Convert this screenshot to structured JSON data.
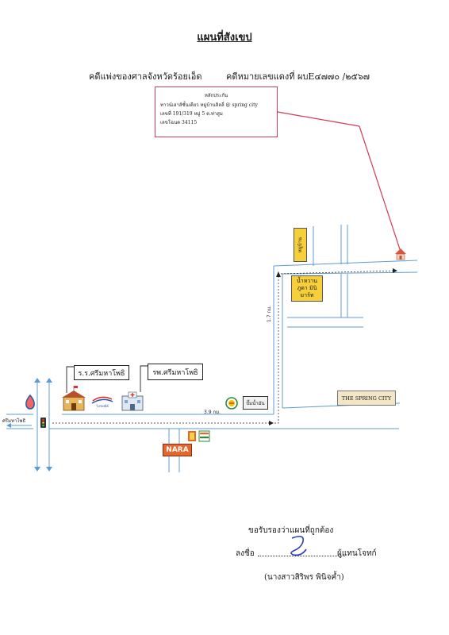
{
  "header": {
    "title": "แผนที่สังเขป",
    "court": "คดีแพ่งของศาลจังหวัดร้อยเอ็ด",
    "case_number": "คดีหมายเลขแดงที่  ผบE๔๗๗๐ /๒๕๖๗"
  },
  "property_callout": {
    "heading": "หลักประกัน",
    "line1": "ทาวน์เฮาส์ชั้นเดียว  หมู่บ้านลิลลี่ @ spring city",
    "line2": "เลขที่ 191/319  หมู่  5  ต.ท่าสูม",
    "line3": "เลขโฉนด  34115"
  },
  "map": {
    "landmarks": {
      "village_sign": "หมู่บ้าน",
      "grocery": "น้ำหวาน ภูดา มินิมาร์ท",
      "school": "ร.ร.ศรีมหาโพธิ",
      "hospital": "รพ.ศรีมหาโพธิ",
      "spring_city": "THE SPRING CITY",
      "nara": "NARA",
      "petrol_sign": "ปั๊มน้ำมัน",
      "seven_eleven": "7"
    },
    "distances": {
      "main_road": "3.9 กม.",
      "side_road": "1.7 กม."
    },
    "direction_label": "ศรีมหาโพธิ",
    "colors": {
      "road": "#5b9bd5",
      "callout": "#d23b5a",
      "sign_yellow": "#f6cf3a",
      "nara": "#e8652c"
    }
  },
  "certification": {
    "statement": "ขอรับรองว่าแผนที่ถูกต้อง",
    "sign_prefix": "ลงชื่อ",
    "sign_suffix": "ผู้แทนโจทก์",
    "signer_name": "(นางสาวสิริพร  พินิจค้ำ)"
  }
}
